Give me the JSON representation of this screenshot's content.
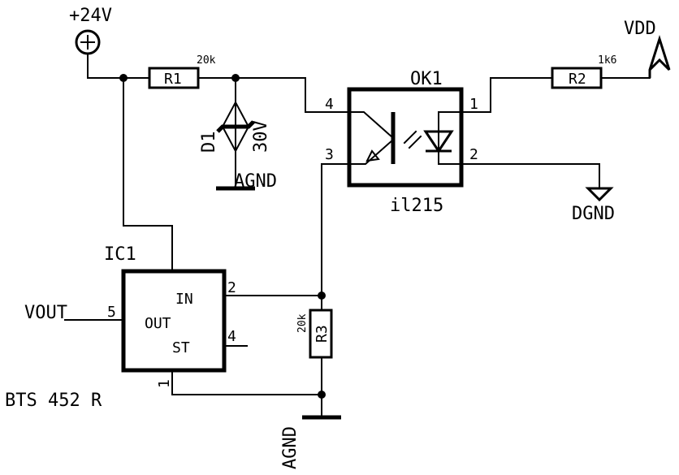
{
  "power": {
    "v24": "+24V",
    "vdd": "VDD"
  },
  "grounds": {
    "agnd": "AGND",
    "dgnd": "DGND"
  },
  "signals": {
    "vout": "VOUT"
  },
  "r1": {
    "name": "R1",
    "value": "20k"
  },
  "r2": {
    "name": "R2",
    "value": "1k6"
  },
  "r3": {
    "name": "R3",
    "value": "20k"
  },
  "d1": {
    "name": "D1",
    "value": "30V"
  },
  "ok1": {
    "name": "OK1",
    "part": "il215",
    "pins": [
      "4",
      "3",
      "1",
      "2"
    ]
  },
  "ic1": {
    "name": "IC1",
    "part": "BTS 452 R",
    "in": "IN",
    "out": "OUT",
    "st": "ST",
    "pins": {
      "in": "2",
      "out": "5",
      "st": "4",
      "gnd": "1"
    }
  }
}
